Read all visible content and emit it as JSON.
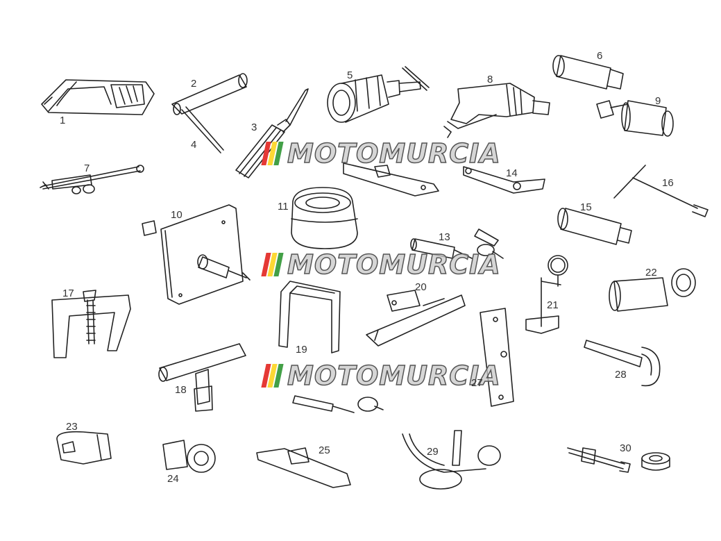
{
  "part_labels": {
    "l1": "1",
    "l2": "2",
    "l3": "3",
    "l4": "4",
    "l5": "5",
    "l6": "6",
    "l7": "7",
    "l8": "8",
    "l9": "9",
    "l10": "10",
    "l11": "11",
    "l13": "13",
    "l14": "14",
    "l15": "15",
    "l16": "16",
    "l17": "17",
    "l18": "18",
    "l19": "19",
    "l20": "20",
    "l21": "21",
    "l22": "22",
    "l23": "23",
    "l24": "24",
    "l25": "25",
    "l27": "27",
    "l28": "28",
    "l29": "29",
    "l30": "30"
  },
  "watermark": {
    "text": "MOTOMURCIA",
    "stripe_colors": [
      "#e53935",
      "#fdd835",
      "#43a047"
    ]
  }
}
